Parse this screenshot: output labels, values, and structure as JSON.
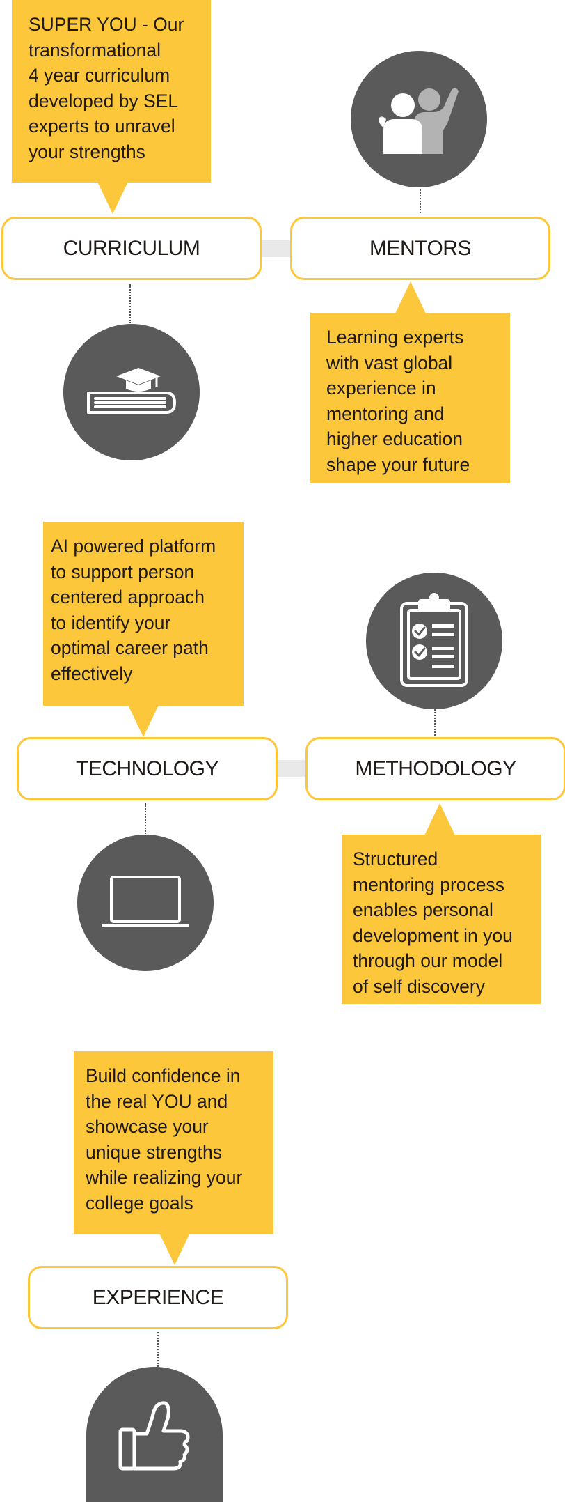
{
  "sections": [
    {
      "label": "CURRICULUM",
      "icon": "graduation-book-icon",
      "description": "SUPER YOU - Our\ntransformational\n4 year curriculum\ndeveloped by SEL\nexperts to unravel\nyour strengths"
    },
    {
      "label": "MENTORS",
      "icon": "mentor-people-icon",
      "description": "Learning experts\nwith vast global\nexperience in\nmentoring and\nhigher education\nshape your future"
    },
    {
      "label": "TECHNOLOGY",
      "icon": "laptop-icon",
      "description": "AI powered platform\nto support person\ncentered approach\nto identify your\noptimal career path\neffectively"
    },
    {
      "label": "METHODOLOGY",
      "icon": "clipboard-checklist-icon",
      "description": "Structured\nmentoring process\nenables personal\ndevelopment in you\nthrough our model\nof self discovery"
    },
    {
      "label": "EXPERIENCE",
      "icon": "thumbs-up-icon",
      "description": "Build confidence in\nthe real YOU and\nshowcase your\nunique strengths\nwhile realizing your\ncollege goals"
    }
  ],
  "colors": {
    "accent": "#fdc73b",
    "icon_circle": "#5a5a5a",
    "connector": "#e9e9e9",
    "text": "#1f1a17"
  }
}
